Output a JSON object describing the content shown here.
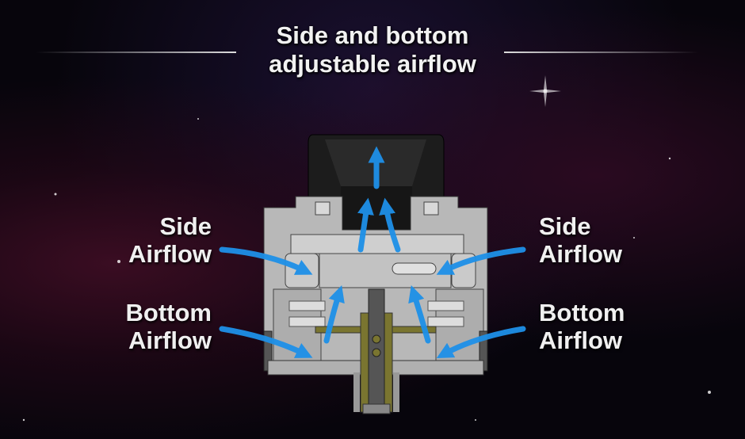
{
  "title": {
    "line1": "Side and bottom",
    "line2": "adjustable airflow"
  },
  "labels": {
    "left_side": {
      "line1": "Side",
      "line2": "Airflow"
    },
    "left_bottom": {
      "line1": "Bottom",
      "line2": "Airflow"
    },
    "right_side": {
      "line1": "Side",
      "line2": "Airflow"
    },
    "right_bottom": {
      "line1": "Bottom",
      "line2": "Airflow"
    }
  },
  "colors": {
    "arrow": "#1e90e8",
    "metal": "#b9b9b9",
    "driptip": "#1c1c1c",
    "brass": "#7a7530"
  }
}
